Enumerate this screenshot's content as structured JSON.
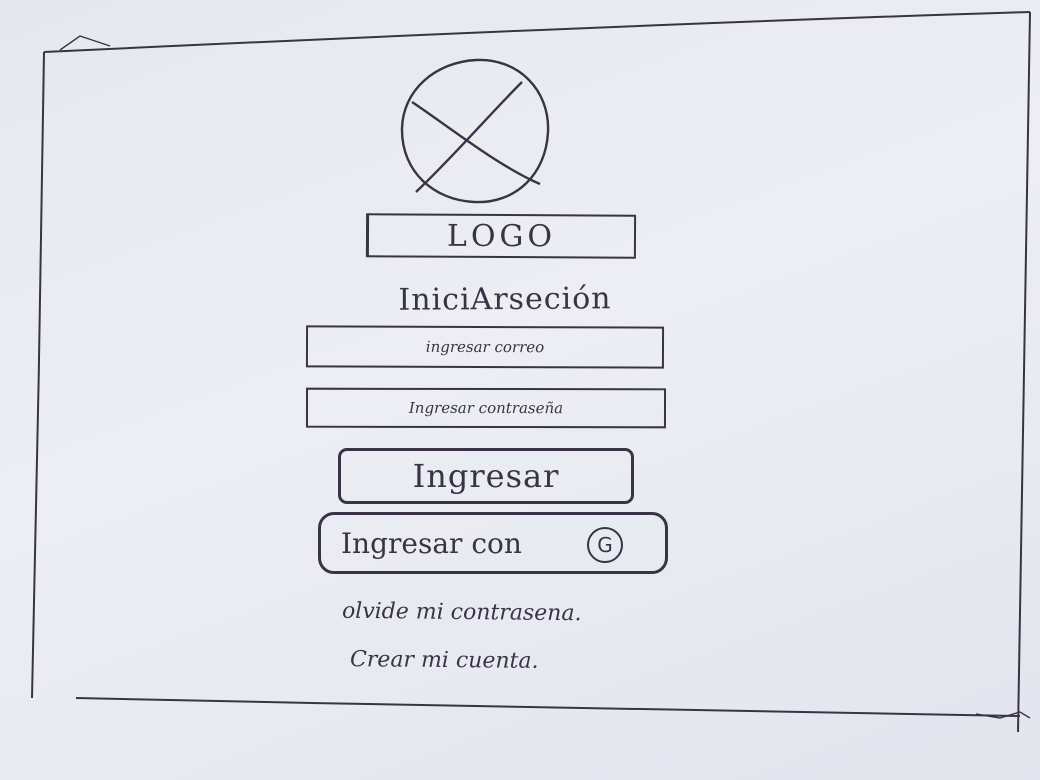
{
  "logo": {
    "label": "LOGO",
    "placeholder_icon": "crossed-circle-image-placeholder"
  },
  "title": "IniciArseción",
  "form": {
    "email_placeholder": "ingresar correo",
    "password_placeholder": "Ingresar contraseña"
  },
  "buttons": {
    "login_label": "Ingresar",
    "google_label": "Ingresar con",
    "google_icon": "google-icon",
    "google_icon_glyph": "G"
  },
  "links": {
    "forgot_password": "olvide mi contrasena.",
    "create_account": "Crear mi cuenta."
  },
  "colors": {
    "ink": "#3a3346",
    "paper": "#e8eaf1"
  }
}
